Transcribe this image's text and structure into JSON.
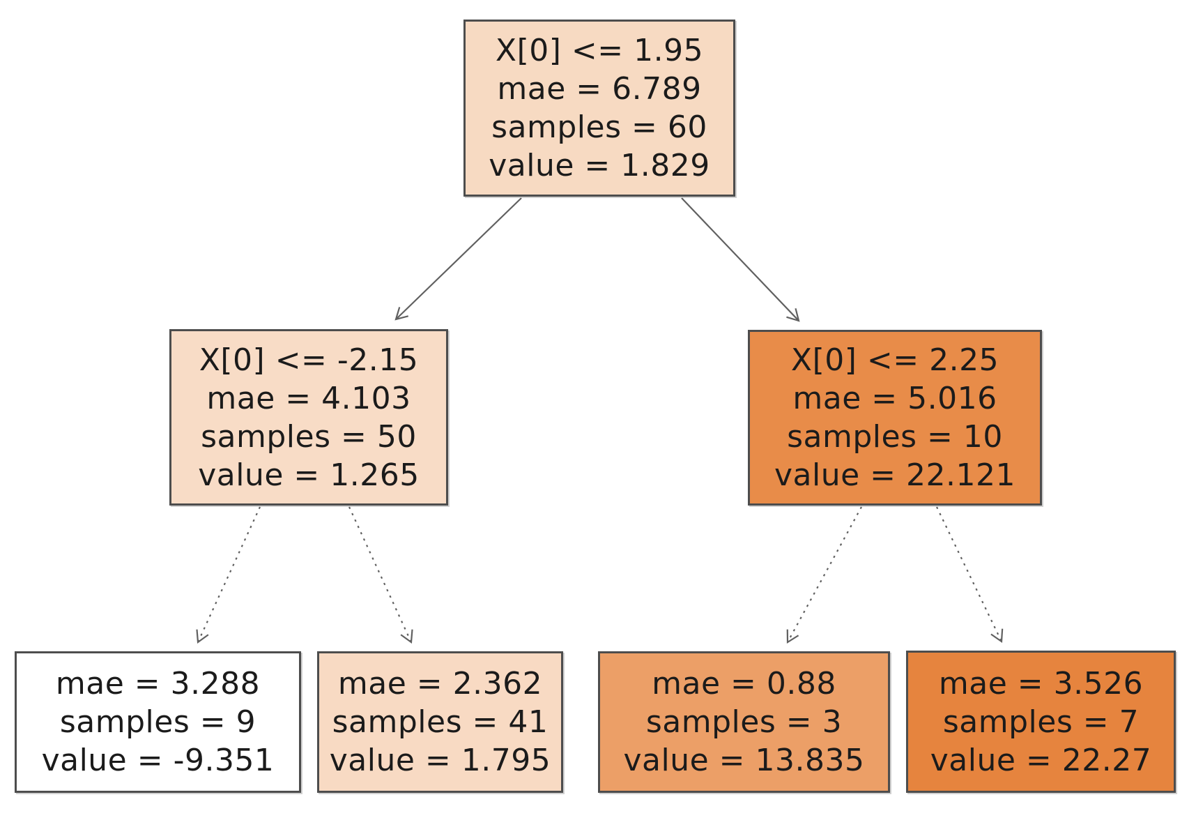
{
  "figure": {
    "background": "#ffffff",
    "text_color": "#1b1b1b",
    "node_border_color": "#4d4d4d",
    "arrow_color": "#606060",
    "feature_name": "X[0]"
  },
  "nodes": [
    {
      "id": "root",
      "role": "split",
      "fill": "#f7dac2",
      "lines": [
        "X[0] <= 1.95",
        "mae = 6.789",
        "samples = 60",
        "value = 1.829"
      ]
    },
    {
      "id": "left-internal",
      "role": "split",
      "fill": "#f8dcc6",
      "lines": [
        "X[0] <= -2.15",
        "mae = 4.103",
        "samples = 50",
        "value = 1.265"
      ]
    },
    {
      "id": "right-internal",
      "role": "split",
      "fill": "#e88c49",
      "lines": [
        "X[0] <= 2.25",
        "mae = 5.016",
        "samples = 10",
        "value = 22.121"
      ]
    },
    {
      "id": "leaf-1",
      "role": "leaf",
      "fill": "#ffffff",
      "lines": [
        "mae = 3.288",
        "samples = 9",
        "value = -9.351"
      ]
    },
    {
      "id": "leaf-2",
      "role": "leaf",
      "fill": "#f8dac3",
      "lines": [
        "mae = 2.362",
        "samples = 41",
        "value = 1.795"
      ]
    },
    {
      "id": "leaf-3",
      "role": "leaf",
      "fill": "#ec9f67",
      "lines": [
        "mae = 0.88",
        "samples = 3",
        "value = 13.835"
      ]
    },
    {
      "id": "leaf-4",
      "role": "leaf",
      "fill": "#e6843e",
      "lines": [
        "mae = 3.526",
        "samples = 7",
        "value = 22.27"
      ]
    }
  ]
}
